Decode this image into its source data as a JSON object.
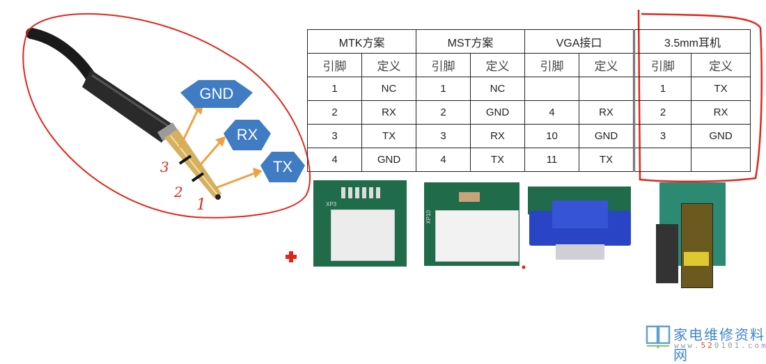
{
  "diagram": {
    "plug": {
      "labels": [
        {
          "text": "GND",
          "contact": "3"
        },
        {
          "text": "RX",
          "contact": "2"
        },
        {
          "text": "TX",
          "contact": "1"
        }
      ],
      "handwritten_numbers": [
        "3",
        "2",
        "1"
      ]
    },
    "table": {
      "groups": [
        "MTK方案",
        "MST方案",
        "VGA接口",
        "3.5mm耳机"
      ],
      "subheaders": [
        "引脚",
        "定义"
      ],
      "rows": [
        [
          "1",
          "NC",
          "1",
          "NC",
          "",
          "",
          "1",
          "TX"
        ],
        [
          "2",
          "RX",
          "2",
          "GND",
          "4",
          "RX",
          "2",
          "RX"
        ],
        [
          "3",
          "TX",
          "3",
          "RX",
          "10",
          "GND",
          "3",
          "GND"
        ],
        [
          "4",
          "GND",
          "4",
          "TX",
          "11",
          "TX",
          "",
          ""
        ]
      ]
    },
    "photos": [
      {
        "name": "mtk-connector",
        "label": "XP3"
      },
      {
        "name": "mst-connector",
        "label": "XP10"
      },
      {
        "name": "vga-connector",
        "label": ""
      },
      {
        "name": "headphone-jack",
        "label": ""
      }
    ],
    "watermark": {
      "title": "家电维修资料网",
      "url_prefix": "www.",
      "url_highlight": "52",
      "url_rest": "0101.com"
    },
    "colors": {
      "tag_blue": "#3f7cc4",
      "annotation_red": "#e0261b",
      "arrow_orange": "#f0a040",
      "watermark_blue": "#3f86c7",
      "watermark_red": "#e04030"
    }
  }
}
